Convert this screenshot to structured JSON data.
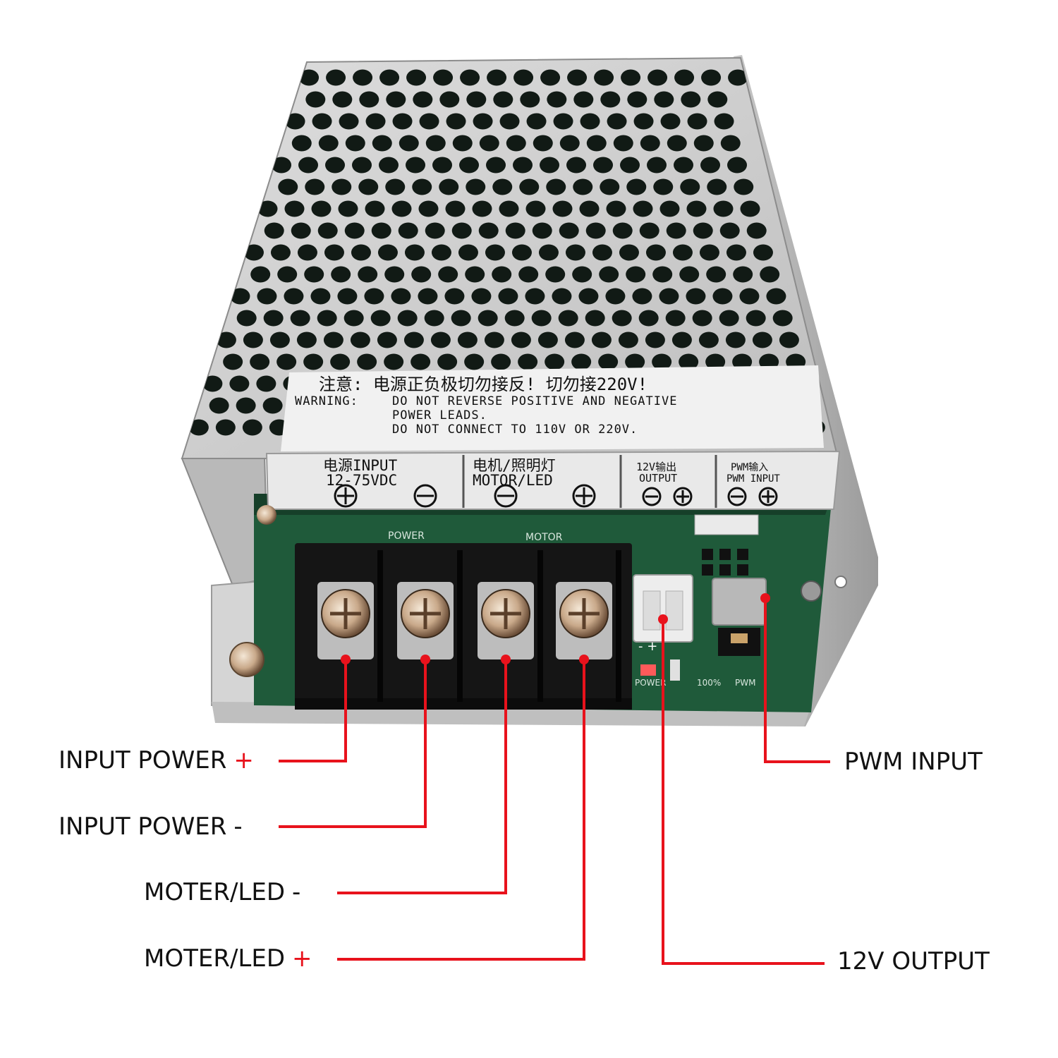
{
  "warning_label": {
    "chinese_line": "注意: 电源正负极切勿接反! 切勿接220V!",
    "warning_prefix": "WARNING:",
    "line1": "DO NOT REVERSE POSITIVE AND NEGATIVE",
    "line2": "POWER LEADS.",
    "line3": "DO NOT CONNECT TO 110V OR 220V."
  },
  "terminal_plate": {
    "input": {
      "cn": "电源INPUT",
      "range": "12-75VDC"
    },
    "motor": {
      "cn": "电机/照明灯",
      "en": "MOTOR/LED"
    },
    "output": {
      "cn": "12V输出",
      "en": "OUTPUT"
    },
    "pwm": {
      "cn": "PWM输入",
      "en": "PWM INPUT"
    }
  },
  "pcb_silkscreen": {
    "power": "POWER",
    "motor": "MOTOR",
    "power_led": "POWER",
    "mode_100": "100%",
    "mode_pwm": "PWM"
  },
  "callouts": [
    {
      "id": "input-power-plus",
      "text": "INPUT POWER",
      "sign": "+"
    },
    {
      "id": "input-power-minus",
      "text": "INPUT POWER",
      "sign": "-"
    },
    {
      "id": "moter-led-minus",
      "text": "MOTER/LED",
      "sign": "-"
    },
    {
      "id": "moter-led-plus",
      "text": "MOTER/LED",
      "sign": "+"
    },
    {
      "id": "pwm-input",
      "text": "PWM INPUT",
      "sign": ""
    },
    {
      "id": "12v-output",
      "text": "12V OUTPUT",
      "sign": ""
    }
  ],
  "colors": {
    "leader_line": "#e8121c",
    "case": "#c9c9c9",
    "pcb": "#1f5a3a",
    "terminal_block": "#151515"
  }
}
